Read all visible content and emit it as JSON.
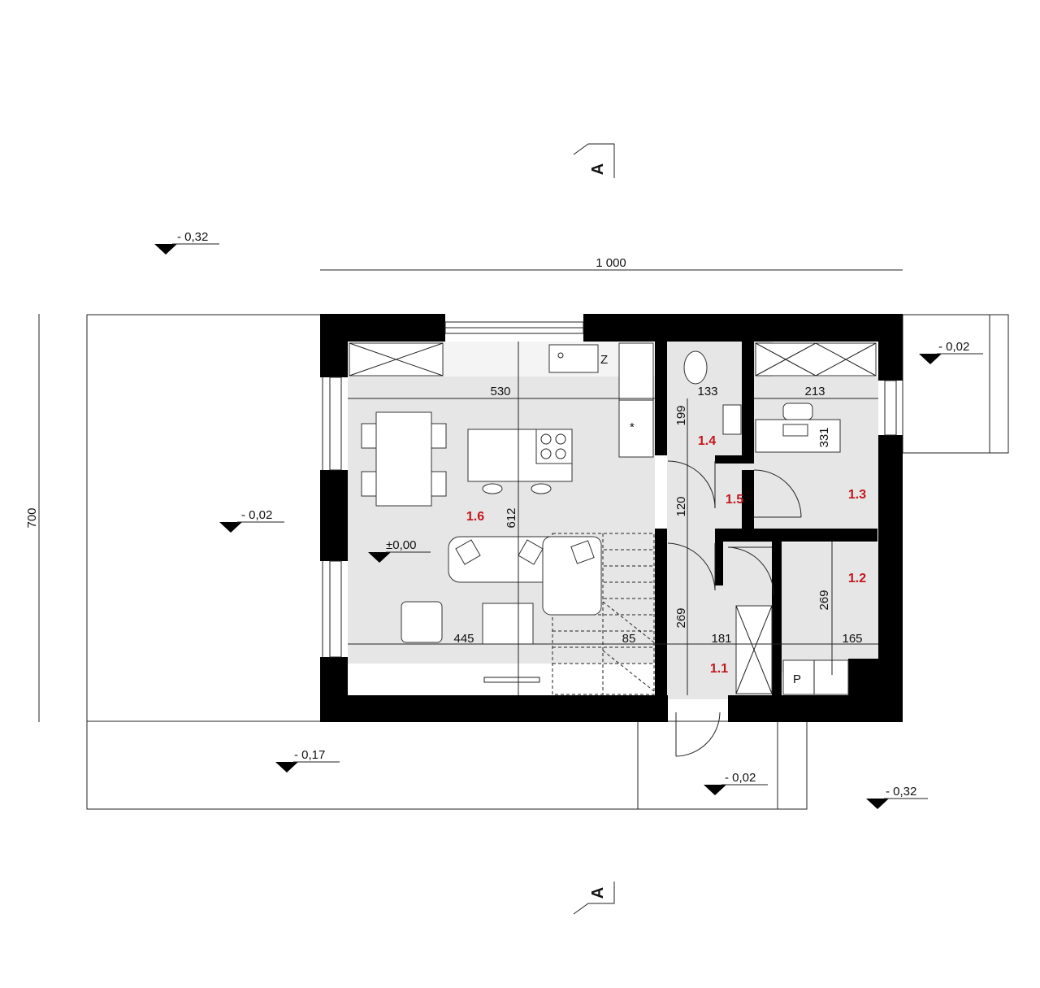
{
  "section_marks": {
    "top": "A",
    "bottom": "A"
  },
  "dimensions": {
    "overall_width": "1 000",
    "overall_depth": "700",
    "living_width": "530",
    "living_depth": "612",
    "wc_width": "133",
    "wc_depth": "199",
    "room13_width": "213",
    "room13_depth": "331",
    "corridor_depth": "120",
    "hall_depth": "269",
    "hall_width": "181",
    "room12_depth": "269",
    "room12_width": "165",
    "lower_left_width": "445",
    "stair_width": "85"
  },
  "levels": {
    "top_left": "- 0,32",
    "left_terrace": "- 0,02",
    "floor": "±0,00",
    "right_terrace": "- 0,02",
    "front_terrace": "- 0,17",
    "entrance": "- 0,02",
    "bottom_right": "- 0,32"
  },
  "rooms": {
    "r11": "1.1",
    "r12": "1.2",
    "r13": "1.3",
    "r14": "1.4",
    "r15": "1.5",
    "r16": "1.6"
  },
  "fixtures": {
    "fridge_mark": "Z",
    "boiler_mark": "P"
  }
}
